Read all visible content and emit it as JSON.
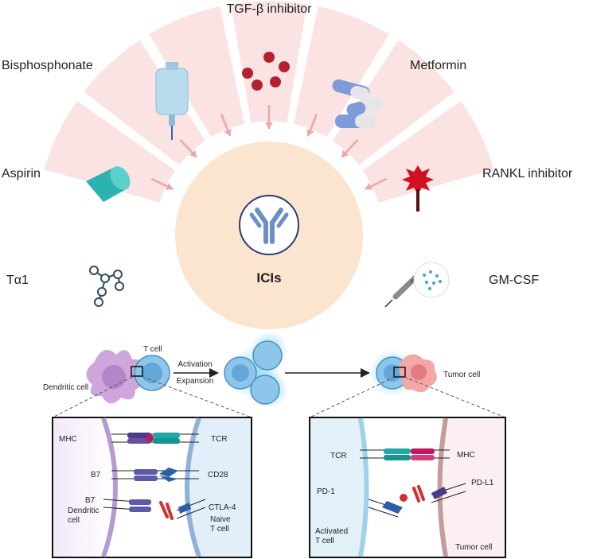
{
  "drugs": {
    "tgf": "TGF-β inhibitor",
    "bisphosphonate": "Bisphosphonate",
    "metformin": "Metformin",
    "aspirin": "Aspirin",
    "rankl": "RANKL inhibitor",
    "ta1": "Tα1",
    "gmcsf": "GM-CSF"
  },
  "center": {
    "label": "ICIs"
  },
  "cells": {
    "t_cell": "T cell",
    "dendritic": "Dendritic cell",
    "activation": "Activation",
    "expansion": "Expansion",
    "tumor": "Tumor cell"
  },
  "left_box": {
    "mhc": "MHC",
    "tcr": "TCR",
    "b7_a": "B7",
    "cd28": "CD28",
    "b7_b": "B7",
    "ctla4": "CTLA-4",
    "dendritic_1": "Dendritic",
    "dendritic_2": "cell",
    "naive_1": "Naive",
    "naive_2": "T cell"
  },
  "right_box": {
    "tcr": "TCR",
    "mhc": "MHC",
    "pd1": "PD-1",
    "pdl1": "PD-L1",
    "activated_1": "Activated",
    "activated_2": "T cell",
    "tumor": "Tumor cell"
  },
  "colors": {
    "segment": "#fbe3e3",
    "center": "#fbe5cf",
    "arrow": "#eea6a6",
    "teal": "#1fa9a6",
    "purple": "#6a4ea0",
    "cell_blue": "#8cc6ea",
    "dendritic": "#cfa6dc",
    "tumor": "#f3a7a7"
  },
  "icons": {
    "iv_bag": "iv-bag-icon",
    "pills": "red-pills-icon",
    "capsules": "capsules-icon",
    "tablet": "teal-tablet-icon",
    "rankl": "red-star-icon",
    "molecule": "molecule-icon",
    "syringe": "syringe-icon",
    "antibody": "antibody-icon"
  }
}
